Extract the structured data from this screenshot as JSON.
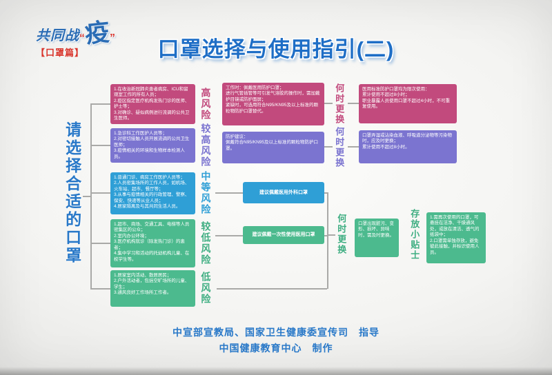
{
  "logo": {
    "slogan_prefix": "共同战",
    "quote_open": "“",
    "slogan_char": "疫",
    "quote_close": "”",
    "badge": "【口罩篇】"
  },
  "title": "口罩选择与使用指引(二)",
  "left_axis": "请选择合适的口罩",
  "rows": [
    {
      "risk": "高风险",
      "people": "1.在收治新冠肺炎患者病房、ICU和留观室工作的所有人员；\n2.疫区指定医疗机构发热门诊的医师、护士等；\n3.对确诊、疑似病例进行流调的公共卫生医师。",
      "advice": "工作时：佩戴医用防护口罩；\n进行气管插管等可引发气溶胶的操作时，需加戴护目镜或防护面屏；\n紧缺时，可选用符合N95/KN95及以上标准的颗粒物防护口罩替代。"
    },
    {
      "risk": "较高风险",
      "people": "1.急诊科工作医护人员等；\n2.对密切接触人员开展流调的公共卫生医师；\n3.疫情相关的环境和生物样本检测人员。",
      "advice": "防护建议：\n佩戴符合N95/KN95及以上标准的颗粒物防护口罩。"
    },
    {
      "risk": "中等风险",
      "people": "1.普通门诊、病房工作医护人员等；\n2.人员密集场所的工作人员，如机场、火车站、超市、餐厅等；\n3.从事与疫情相关的行政管理、警察、保安、快递等从业人员；\n4.居家隔离及与其共同生活人员。",
      "advice": "建议佩戴医用外科口罩"
    },
    {
      "risk": "较低风险",
      "people": "1.超市、商场、交通工具、电梯等人员密集区的公众；\n2.室内办公环境；\n3.医疗机构就诊（除发热门诊）的患者；\n4.集中学习和活动的托幼机构儿童、在校学生等。",
      "advice": "建议佩戴一次性使用医用口罩"
    },
    {
      "risk": "低风险",
      "people": "1.居家室内活动、散居居民；\n2.户外活动者，包括空旷场所的儿童、学生；\n3.通风良好工作场所工作者。"
    }
  ],
  "when_to_replace": {
    "high": {
      "label": "何时更换",
      "text": "医用标准防护口罩均为限次使用：\n累计使用不超过8小时；\n职业暴露人员使用口罩不超过4小时，不可重复使用。"
    },
    "higher": {
      "label": "何时更换",
      "text": "口罩弄湿或沾染血液、呼吸道分泌物等污染物时，应及时更换；\n累计使用不超过8小时。"
    },
    "low": {
      "label": "何时更换",
      "text": "口罩出现脏污、变形、损坏、异味时，需及时更换。"
    }
  },
  "storage": {
    "label": "存放小贴士",
    "text": "1.需再次使用的口罩，可悬挂在洁净、干燥通风处，或放在清洁、透气的纸袋中；\n2.口罩需单独存放，避免彼此接触，并标识使用人员。"
  },
  "credits": {
    "line1": "中宣部宣教局、国家卫生健康委宣传司　指导",
    "line2": "中国健康教育中心　制作"
  },
  "colors": {
    "high_risk": "#c24a7d",
    "higher_risk": "#7b74d0",
    "medium_risk": "#2f9fd6",
    "low_risk": "#4cba8e",
    "title_blue": "#1e6ec6",
    "accent_red": "#d9342b"
  }
}
